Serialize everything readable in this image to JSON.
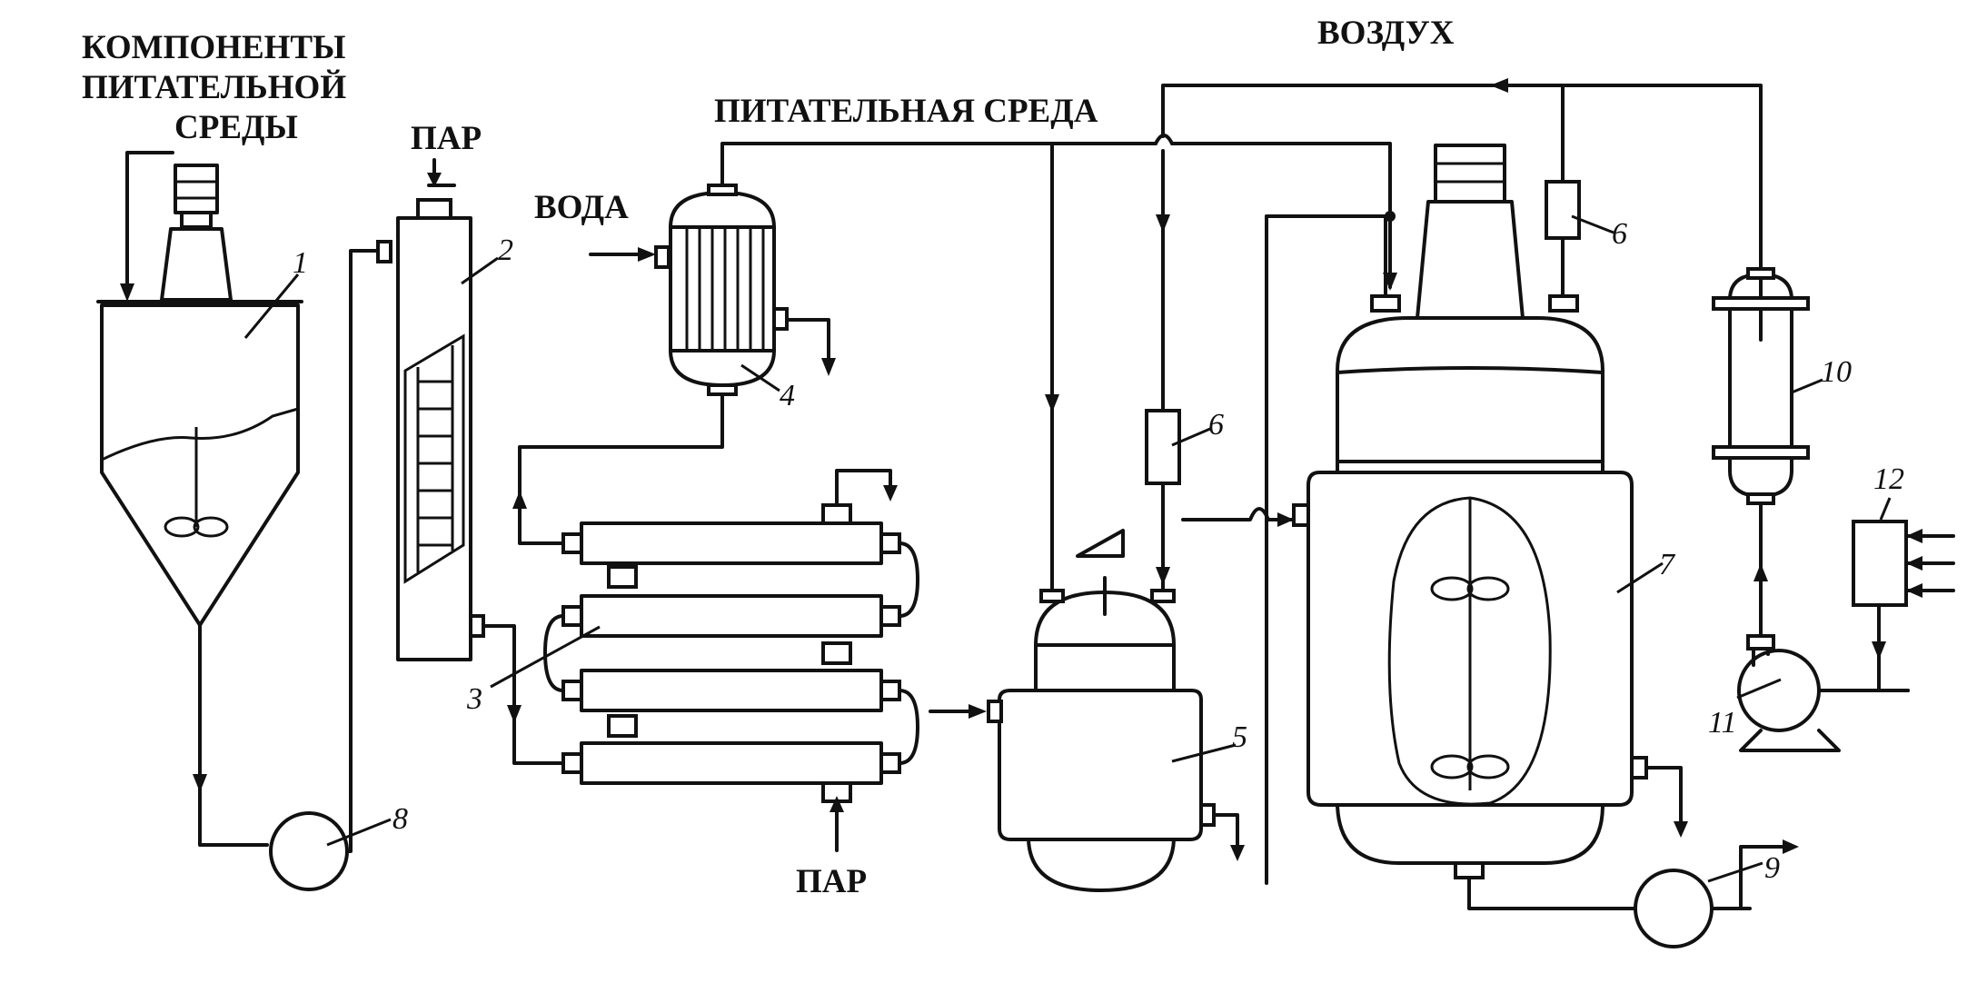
{
  "labels": {
    "components_line1": "КОМПОНЕНТЫ",
    "components_line2": "ПИТАТЕЛЬНОЙ",
    "components_line3": "СРЕДЫ",
    "steam_top": "ПАР",
    "water": "ВОДА",
    "nutrient_medium": "ПИТАТЕЛЬНАЯ СРЕДА",
    "air": "ВОЗДУХ",
    "steam_bottom": "ПАР"
  },
  "numbers": {
    "n1": "1",
    "n2": "2",
    "n3": "3",
    "n4": "4",
    "n5": "5",
    "n6a": "6",
    "n6b": "6",
    "n7": "7",
    "n8": "8",
    "n9": "9",
    "n10": "10",
    "n11": "11",
    "n12": "12"
  }
}
